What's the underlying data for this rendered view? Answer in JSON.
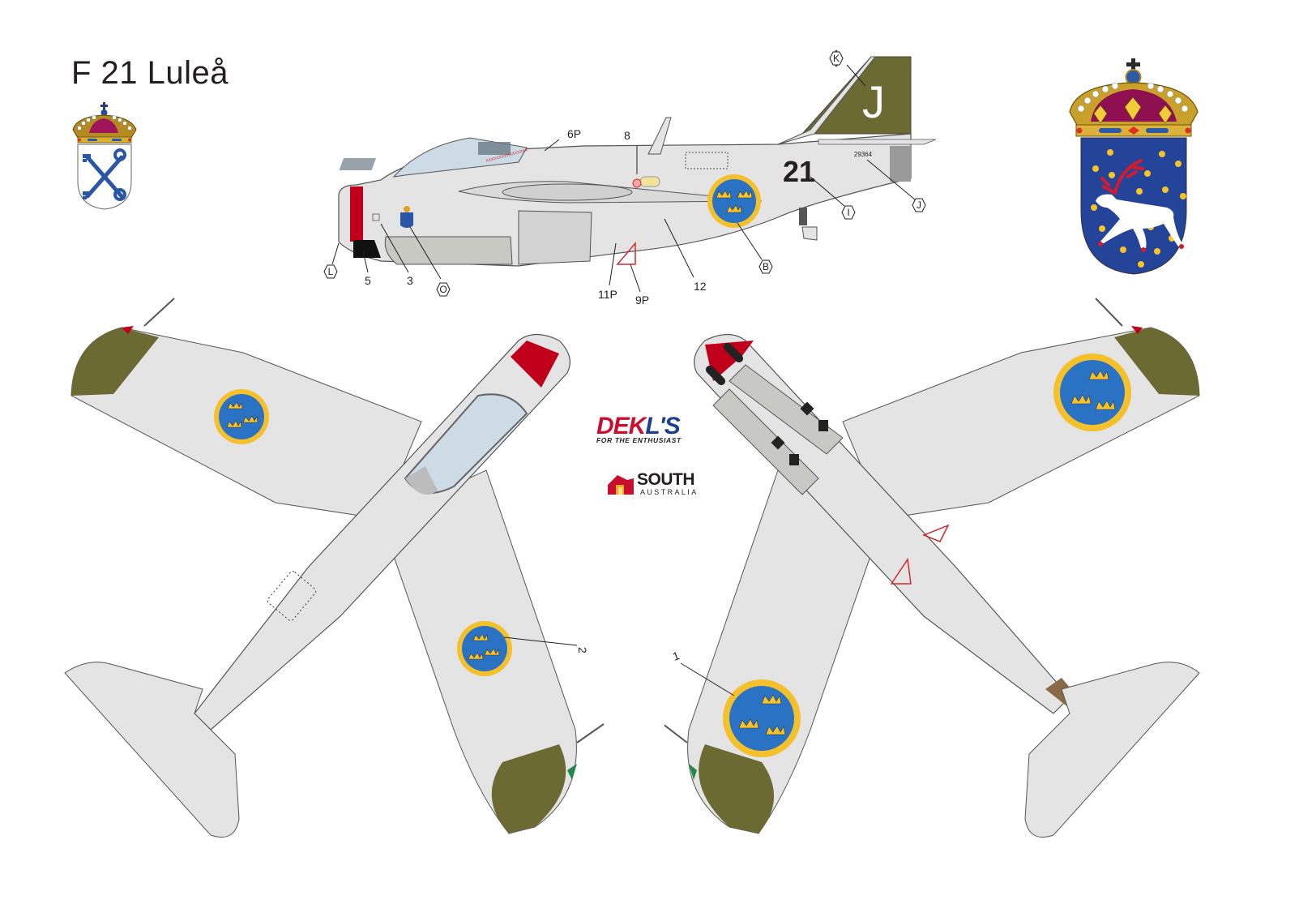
{
  "page": {
    "title": "F 21 Luleå",
    "colors": {
      "background": "#ffffff",
      "airframe_grey": "#e4e4e4",
      "panel_grey": "#cfcfcf",
      "outline": "#5a5a5a",
      "olive_drab": "#6b6a33",
      "roundel_blue": "#2a73c4",
      "roundel_yellow": "#f4c02c",
      "crown_yellow": "#f2c230",
      "stripe_red": "#c0001a",
      "canopy_blue": "#cddbe6",
      "stencil_red": "#d22a2a",
      "tail_brown": "#8a6a46"
    }
  },
  "emblems": {
    "left_crest": {
      "name": "Luleå coat of arms",
      "description": "Royal crown over white shield with two crossed blue keys"
    },
    "right_crest": {
      "name": "Norrbotten county arms",
      "description": "Royal crown over blue shield with white reindeer with red antlers and gold stars"
    }
  },
  "side_view": {
    "tail_letter": "J",
    "fuselage_number": "21",
    "serial": "29364",
    "callouts": [
      {
        "id": "6P",
        "type": "number"
      },
      {
        "id": "8",
        "type": "number"
      },
      {
        "id": "5",
        "type": "number"
      },
      {
        "id": "3",
        "type": "number"
      },
      {
        "id": "11P",
        "type": "number"
      },
      {
        "id": "9P",
        "type": "number"
      },
      {
        "id": "12",
        "type": "number"
      },
      {
        "id": "K",
        "type": "hex"
      },
      {
        "id": "L",
        "type": "hex"
      },
      {
        "id": "O",
        "type": "hex"
      },
      {
        "id": "B",
        "type": "hex"
      },
      {
        "id": "I",
        "type": "hex"
      },
      {
        "id": "J",
        "type": "hex"
      }
    ]
  },
  "top_view": {
    "callouts": [
      {
        "id": "2",
        "type": "number"
      }
    ]
  },
  "bottom_view": {
    "callouts": [
      {
        "id": "1",
        "type": "number"
      }
    ]
  },
  "logos": {
    "dekls": {
      "part1": "DEK",
      "part2": "L'S",
      "tagline": "FOR THE ENTHUSIAST"
    },
    "south_australia": {
      "word": "SOUTH",
      "sub": "AUSTRALIA"
    }
  }
}
